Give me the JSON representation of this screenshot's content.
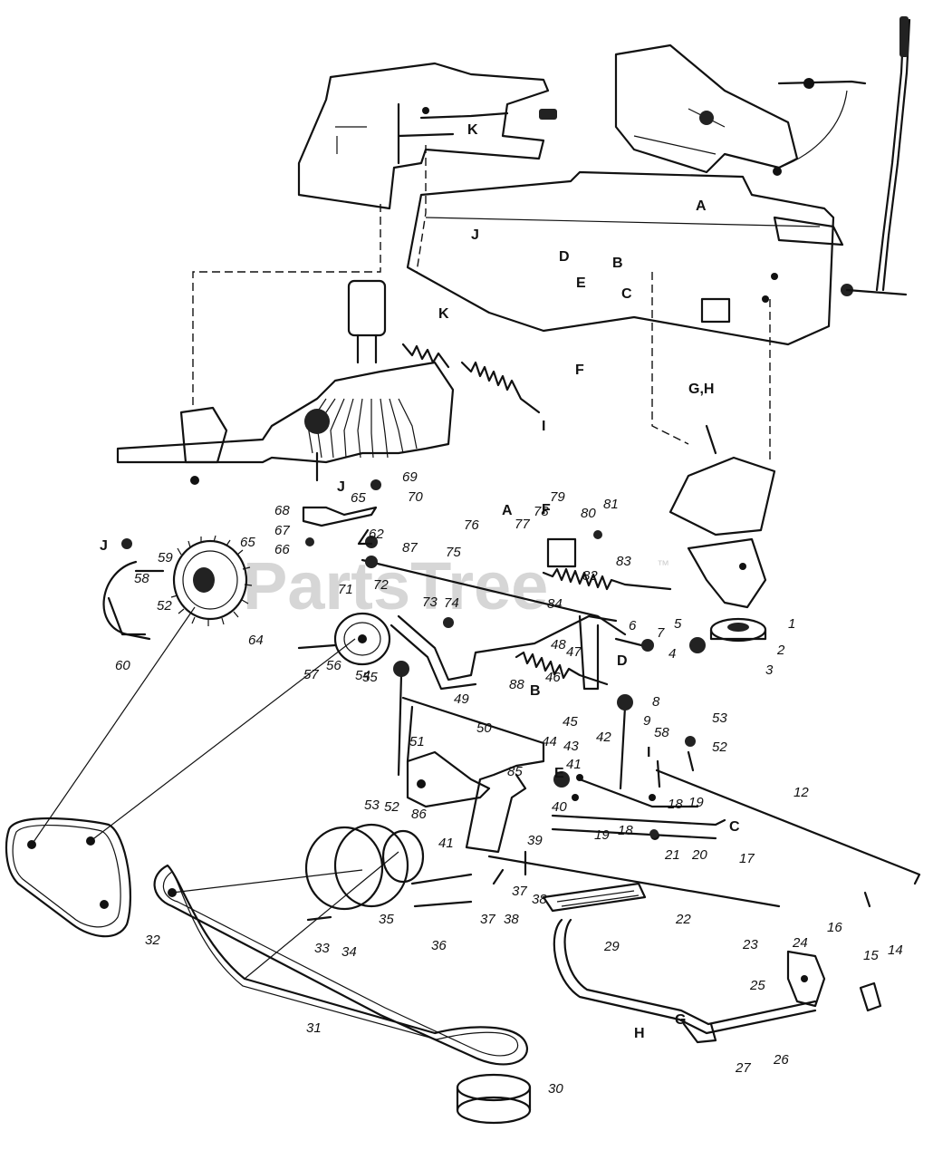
{
  "watermark": {
    "text": "PartsTree",
    "trademark": "™"
  },
  "subassembly_letters": [
    "A",
    "B",
    "C",
    "D",
    "E",
    "F",
    "G,H",
    "J",
    "K",
    "I",
    "G",
    "H"
  ],
  "callouts": {
    "n1": "1",
    "n2": "2",
    "n3": "3",
    "n4": "4",
    "n5": "5",
    "n6": "6",
    "n7": "7",
    "n8": "8",
    "n9": "9",
    "n12": "12",
    "n14": "14",
    "n15": "15",
    "n16": "16",
    "n17": "17",
    "n18a": "18",
    "n18b": "18",
    "n19a": "19",
    "n19b": "19",
    "n20": "20",
    "n21": "21",
    "n22": "22",
    "n23": "23",
    "n24": "24",
    "n25": "25",
    "n26": "26",
    "n27": "27",
    "n29": "29",
    "n30": "30",
    "n31": "31",
    "n32": "32",
    "n33": "33",
    "n34": "34",
    "n35": "35",
    "n36": "36",
    "n37a": "37",
    "n37b": "37",
    "n38a": "38",
    "n38b": "38",
    "n39": "39",
    "n40": "40",
    "n41a": "41",
    "n41b": "41",
    "n42": "42",
    "n43": "43",
    "n44": "44",
    "n45": "45",
    "n46": "46",
    "n47": "47",
    "n48": "48",
    "n49": "49",
    "n50": "50",
    "n51": "51",
    "n52a": "52",
    "n52b": "52",
    "n52c": "52",
    "n53a": "53",
    "n53b": "53",
    "n54": "54",
    "n55": "55",
    "n56": "56",
    "n57": "57",
    "n58a": "58",
    "n58b": "58",
    "n59": "59",
    "n60": "60",
    "n62": "62",
    "n64": "64",
    "n65a": "65",
    "n65b": "65",
    "n66": "66",
    "n67": "67",
    "n68": "68",
    "n69": "69",
    "n70": "70",
    "n71": "71",
    "n72": "72",
    "n73": "73",
    "n74": "74",
    "n75": "75",
    "n76": "76",
    "n77": "77",
    "n78": "78",
    "n79": "79",
    "n80": "80",
    "n81": "81",
    "n82": "82",
    "n83": "83",
    "n84": "84",
    "n85": "85",
    "n86": "86",
    "n87": "87",
    "n88": "88"
  },
  "letters": {
    "A_top": "A",
    "A_mid": "A",
    "B_top": "B",
    "B_mid": "B",
    "C_top": "C",
    "C_mid": "C",
    "D_top": "D",
    "D_mid": "D",
    "E_top": "E",
    "E_mid": "E",
    "F_top": "F",
    "F_mid": "F",
    "GH_top": "G,H",
    "G_bot": "G",
    "H_bot": "H",
    "I_top": "I",
    "I_mid": "I",
    "J_top": "J",
    "J_mid": "J",
    "J_left": "J",
    "K_top": "K",
    "K_mid": "K"
  }
}
